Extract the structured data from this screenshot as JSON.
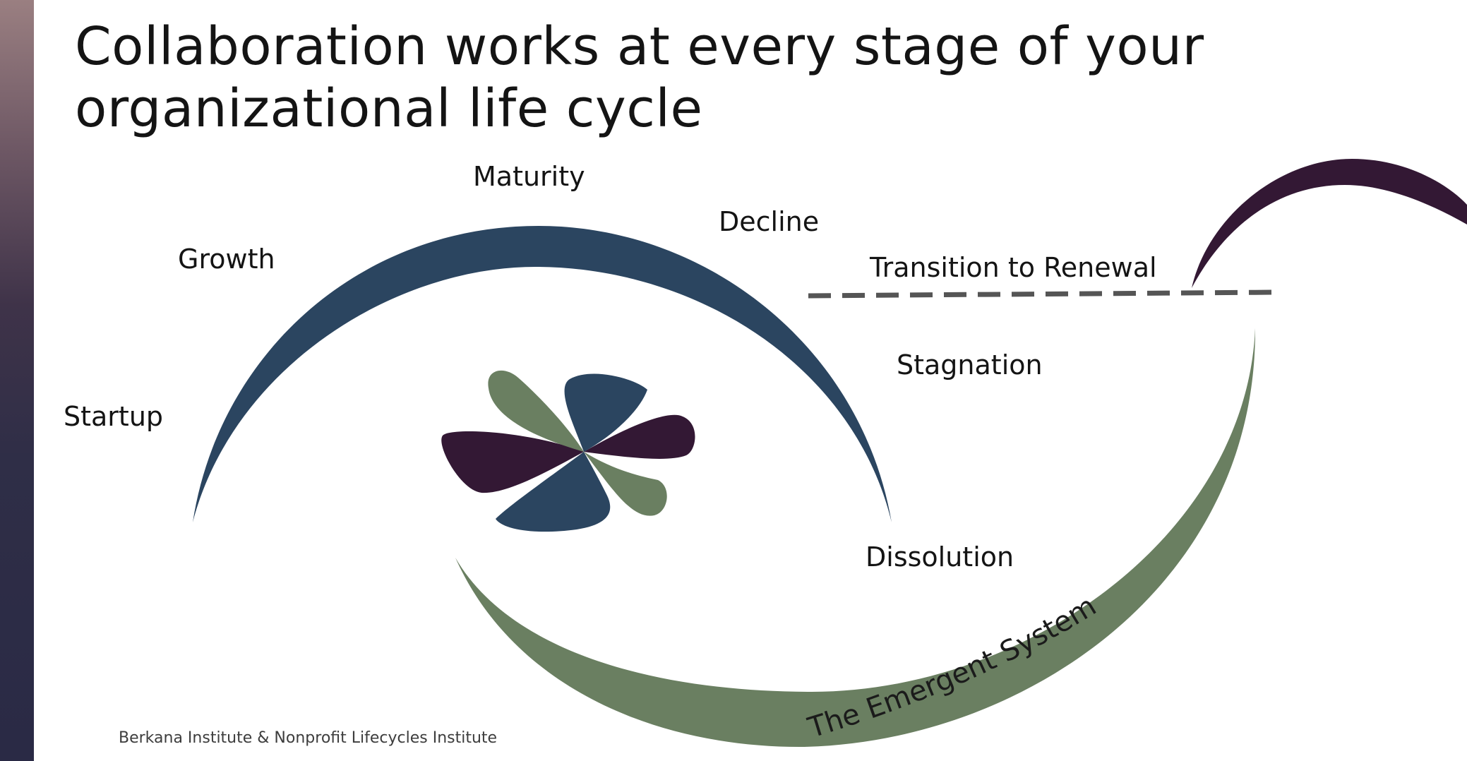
{
  "title": {
    "line1": "Collaboration works at every stage of your",
    "line2": "organizational life cycle"
  },
  "stages": {
    "startup": "Startup",
    "growth": "Growth",
    "maturity": "Maturity",
    "decline": "Decline",
    "transition": "Transition to Renewal",
    "stagnation": "Stagnation",
    "dissolution": "Dissolution"
  },
  "emergent_label": "The Emergent System",
  "footer": "Berkana Institute & Nonprofit Lifecycles Institute",
  "colors": {
    "navy": "#2b4560",
    "plum": "#331834",
    "sage": "#6a7f61",
    "dash": "#555555"
  }
}
